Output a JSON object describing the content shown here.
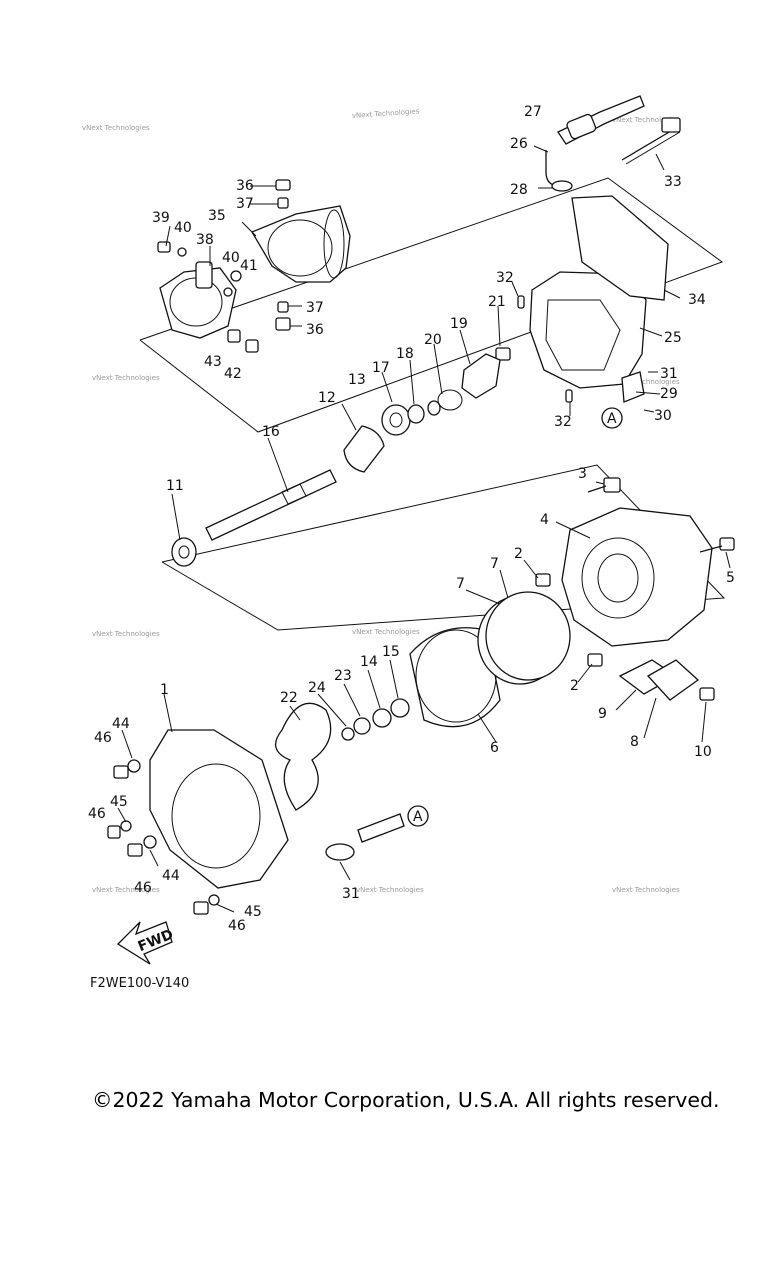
{
  "diagram": {
    "part_numbers": [
      "1",
      "2",
      "3",
      "4",
      "5",
      "6",
      "7",
      "8",
      "9",
      "10",
      "11",
      "12",
      "13",
      "14",
      "15",
      "16",
      "17",
      "18",
      "19",
      "20",
      "21",
      "22",
      "23",
      "24",
      "25",
      "26",
      "27",
      "28",
      "29",
      "30",
      "31",
      "32",
      "33",
      "34",
      "35",
      "36",
      "37",
      "38",
      "39",
      "40",
      "41",
      "42",
      "43",
      "44",
      "45",
      "46"
    ],
    "callouts": {
      "l1": "1",
      "l2a": "2",
      "l2b": "2",
      "l3": "3",
      "l4": "4",
      "l5": "5",
      "l6": "6",
      "l7a": "7",
      "l7b": "7",
      "l8": "8",
      "l9": "9",
      "l10": "10",
      "l11": "11",
      "l12": "12",
      "l13": "13",
      "l14": "14",
      "l15": "15",
      "l16": "16",
      "l17": "17",
      "l18": "18",
      "l19": "19",
      "l20": "20",
      "l21": "21",
      "l22": "22",
      "l23": "23",
      "l24": "24",
      "l25": "25",
      "l26": "26",
      "l27": "27",
      "l28": "28",
      "l29": "29",
      "l30": "30",
      "l31a": "31",
      "l31b": "31",
      "l32a": "32",
      "l32b": "32",
      "l33": "33",
      "l34": "34",
      "l35": "35",
      "l36a": "36",
      "l36b": "36",
      "l37a": "37",
      "l37b": "37",
      "l38": "38",
      "l39": "39",
      "l40a": "40",
      "l40b": "40",
      "l41": "41",
      "l42": "42",
      "l43": "43",
      "l44a": "44",
      "l44b": "44",
      "l45a": "45",
      "l45b": "45",
      "l46a": "46",
      "l46b": "46",
      "l46c": "46",
      "l46d": "46"
    },
    "reference_marker": "A",
    "direction_label": "FWD",
    "watermark": "vNext Technologies",
    "drawing_code": "F2WE100-V140"
  },
  "footer": {
    "copyright": "©2022 Yamaha Motor Corporation, U.S.A. All rights reserved."
  }
}
